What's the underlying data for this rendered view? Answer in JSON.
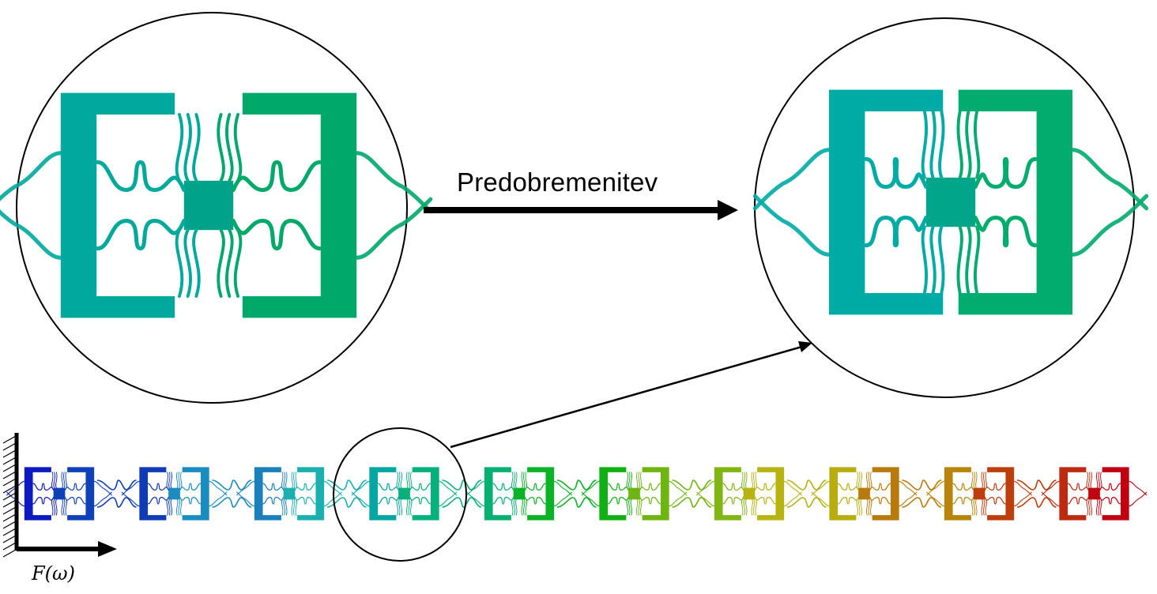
{
  "annotations": {
    "transition_label": "Predobremenitev",
    "force_label": "F(ω)"
  },
  "chain": {
    "unit_count": 10,
    "magnified_unit_number": 4,
    "colors": [
      "#1f0fbf",
      "#0c47b5",
      "#0a86b3",
      "#00a9a4",
      "#04b46a",
      "#10b51a",
      "#8bb80f",
      "#b99a0a",
      "#bf5a0a",
      "#c0151a"
    ],
    "color_pairs": [
      [
        "#0c1abf",
        "#0e40b8"
      ],
      [
        "#0f3bb6",
        "#1a8cbf"
      ],
      [
        "#1a7fba",
        "#1ab0b0"
      ],
      [
        "#00a6a2",
        "#05b07b"
      ],
      [
        "#05b072",
        "#0ab326"
      ],
      [
        "#10b015",
        "#6fb512"
      ],
      [
        "#80b514",
        "#b7b310"
      ],
      [
        "#b8ac0e",
        "#b87b0b"
      ],
      [
        "#b8840b",
        "#bd3d0c"
      ],
      [
        "#bd2a10",
        "#c00010"
      ]
    ]
  },
  "magnified_views": {
    "before": {
      "left_color": "#00a99c",
      "right_color": "#00a86a",
      "center_color": "#00a38a"
    },
    "after": {
      "left_color": "#00aba5",
      "right_color": "#02ab6e",
      "center_color": "#00a58a"
    }
  },
  "arrow_color": "#000000",
  "wall_hatch_color": "#000000"
}
